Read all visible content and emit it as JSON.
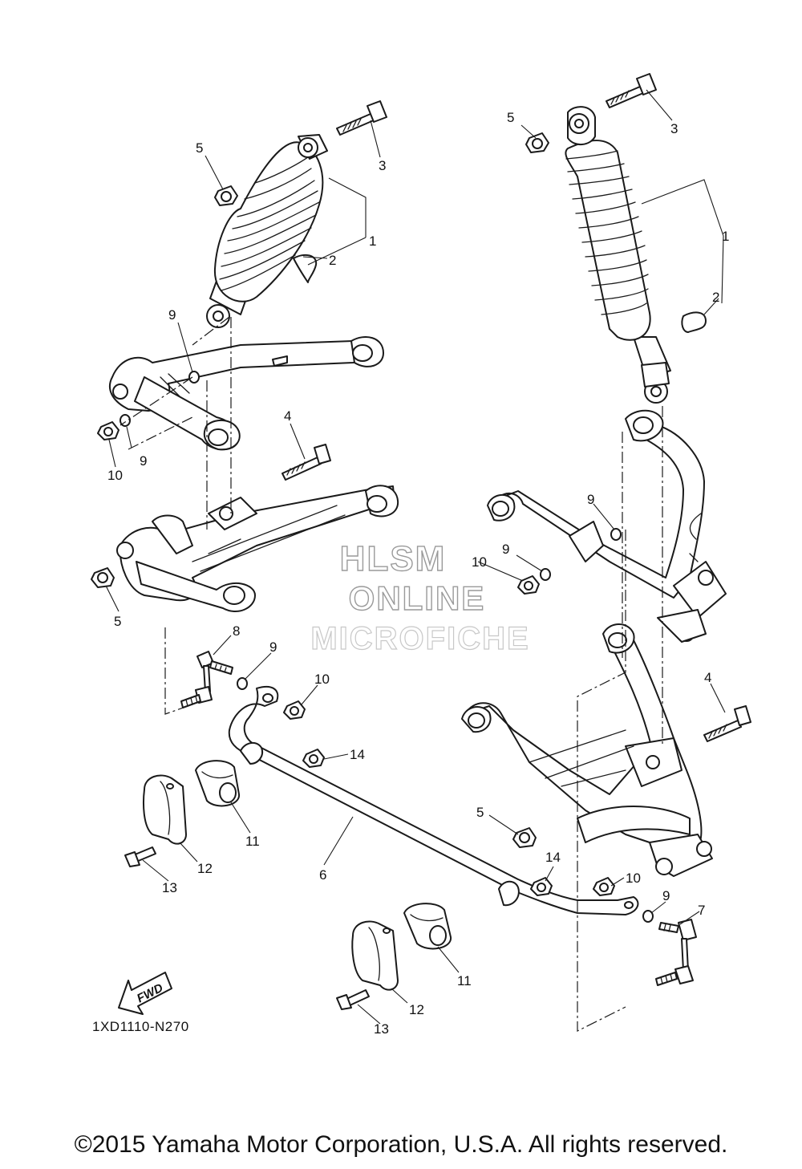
{
  "diagram": {
    "code": "1XD1110-N270",
    "copyright": "©2015 Yamaha Motor Corporation, U.S.A. All rights reserved.",
    "fwd_label": "FWD",
    "watermark": [
      "HLSM",
      "ONLINE",
      "MICROFICHE"
    ],
    "callouts": {
      "c1a": "1",
      "c2a": "2",
      "c3a": "3",
      "c5a": "5",
      "c9a": "9",
      "c9b": "9",
      "c10a": "10",
      "c4a": "4",
      "c5b": "5",
      "c8": "8",
      "c9c": "9",
      "c10b": "10",
      "c14a": "14",
      "c11a": "11",
      "c12a": "12",
      "c13a": "13",
      "c6": "6",
      "c5c": "5",
      "c3b": "3",
      "c1b": "1",
      "c2b": "2",
      "c9d": "9",
      "c9e": "9",
      "c10c": "10",
      "c4b": "4",
      "c5d": "5",
      "c14b": "14",
      "c10d": "10",
      "c9f": "9",
      "c7": "7",
      "c11b": "11",
      "c12b": "12",
      "c13b": "13"
    }
  }
}
